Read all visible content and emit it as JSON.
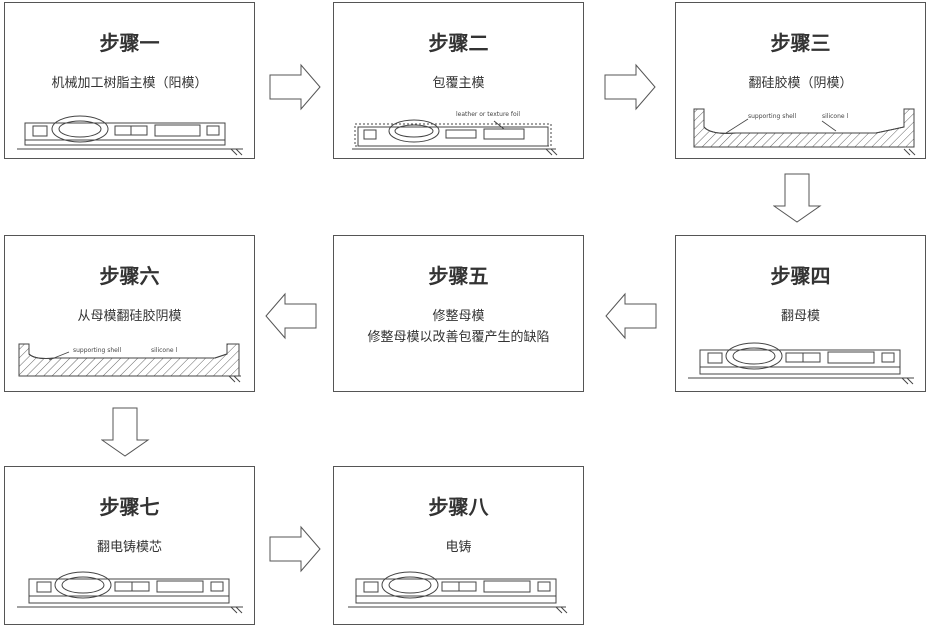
{
  "steps": [
    {
      "title": "步骤一",
      "desc": "机械加工树脂主模（阳模）",
      "desc2": ""
    },
    {
      "title": "步骤二",
      "desc": "包覆主模",
      "desc2": "",
      "annotation": "leather or texture foil"
    },
    {
      "title": "步骤三",
      "desc": "翻硅胶模（阴模）",
      "desc2": "",
      "annotation1": "supporting shell",
      "annotation2": "silicone l"
    },
    {
      "title": "步骤四",
      "desc": "翻母模",
      "desc2": ""
    },
    {
      "title": "步骤五",
      "desc": "修整母模",
      "desc2": "修整母模以改善包覆产生的缺陷"
    },
    {
      "title": "步骤六",
      "desc": "从母模翻硅胶阴模",
      "desc2": "",
      "annotation1": "supporting shell",
      "annotation2": "silicone l"
    },
    {
      "title": "步骤七",
      "desc": "翻电铸模芯",
      "desc2": ""
    },
    {
      "title": "步骤八",
      "desc": "电铸",
      "desc2": ""
    }
  ]
}
